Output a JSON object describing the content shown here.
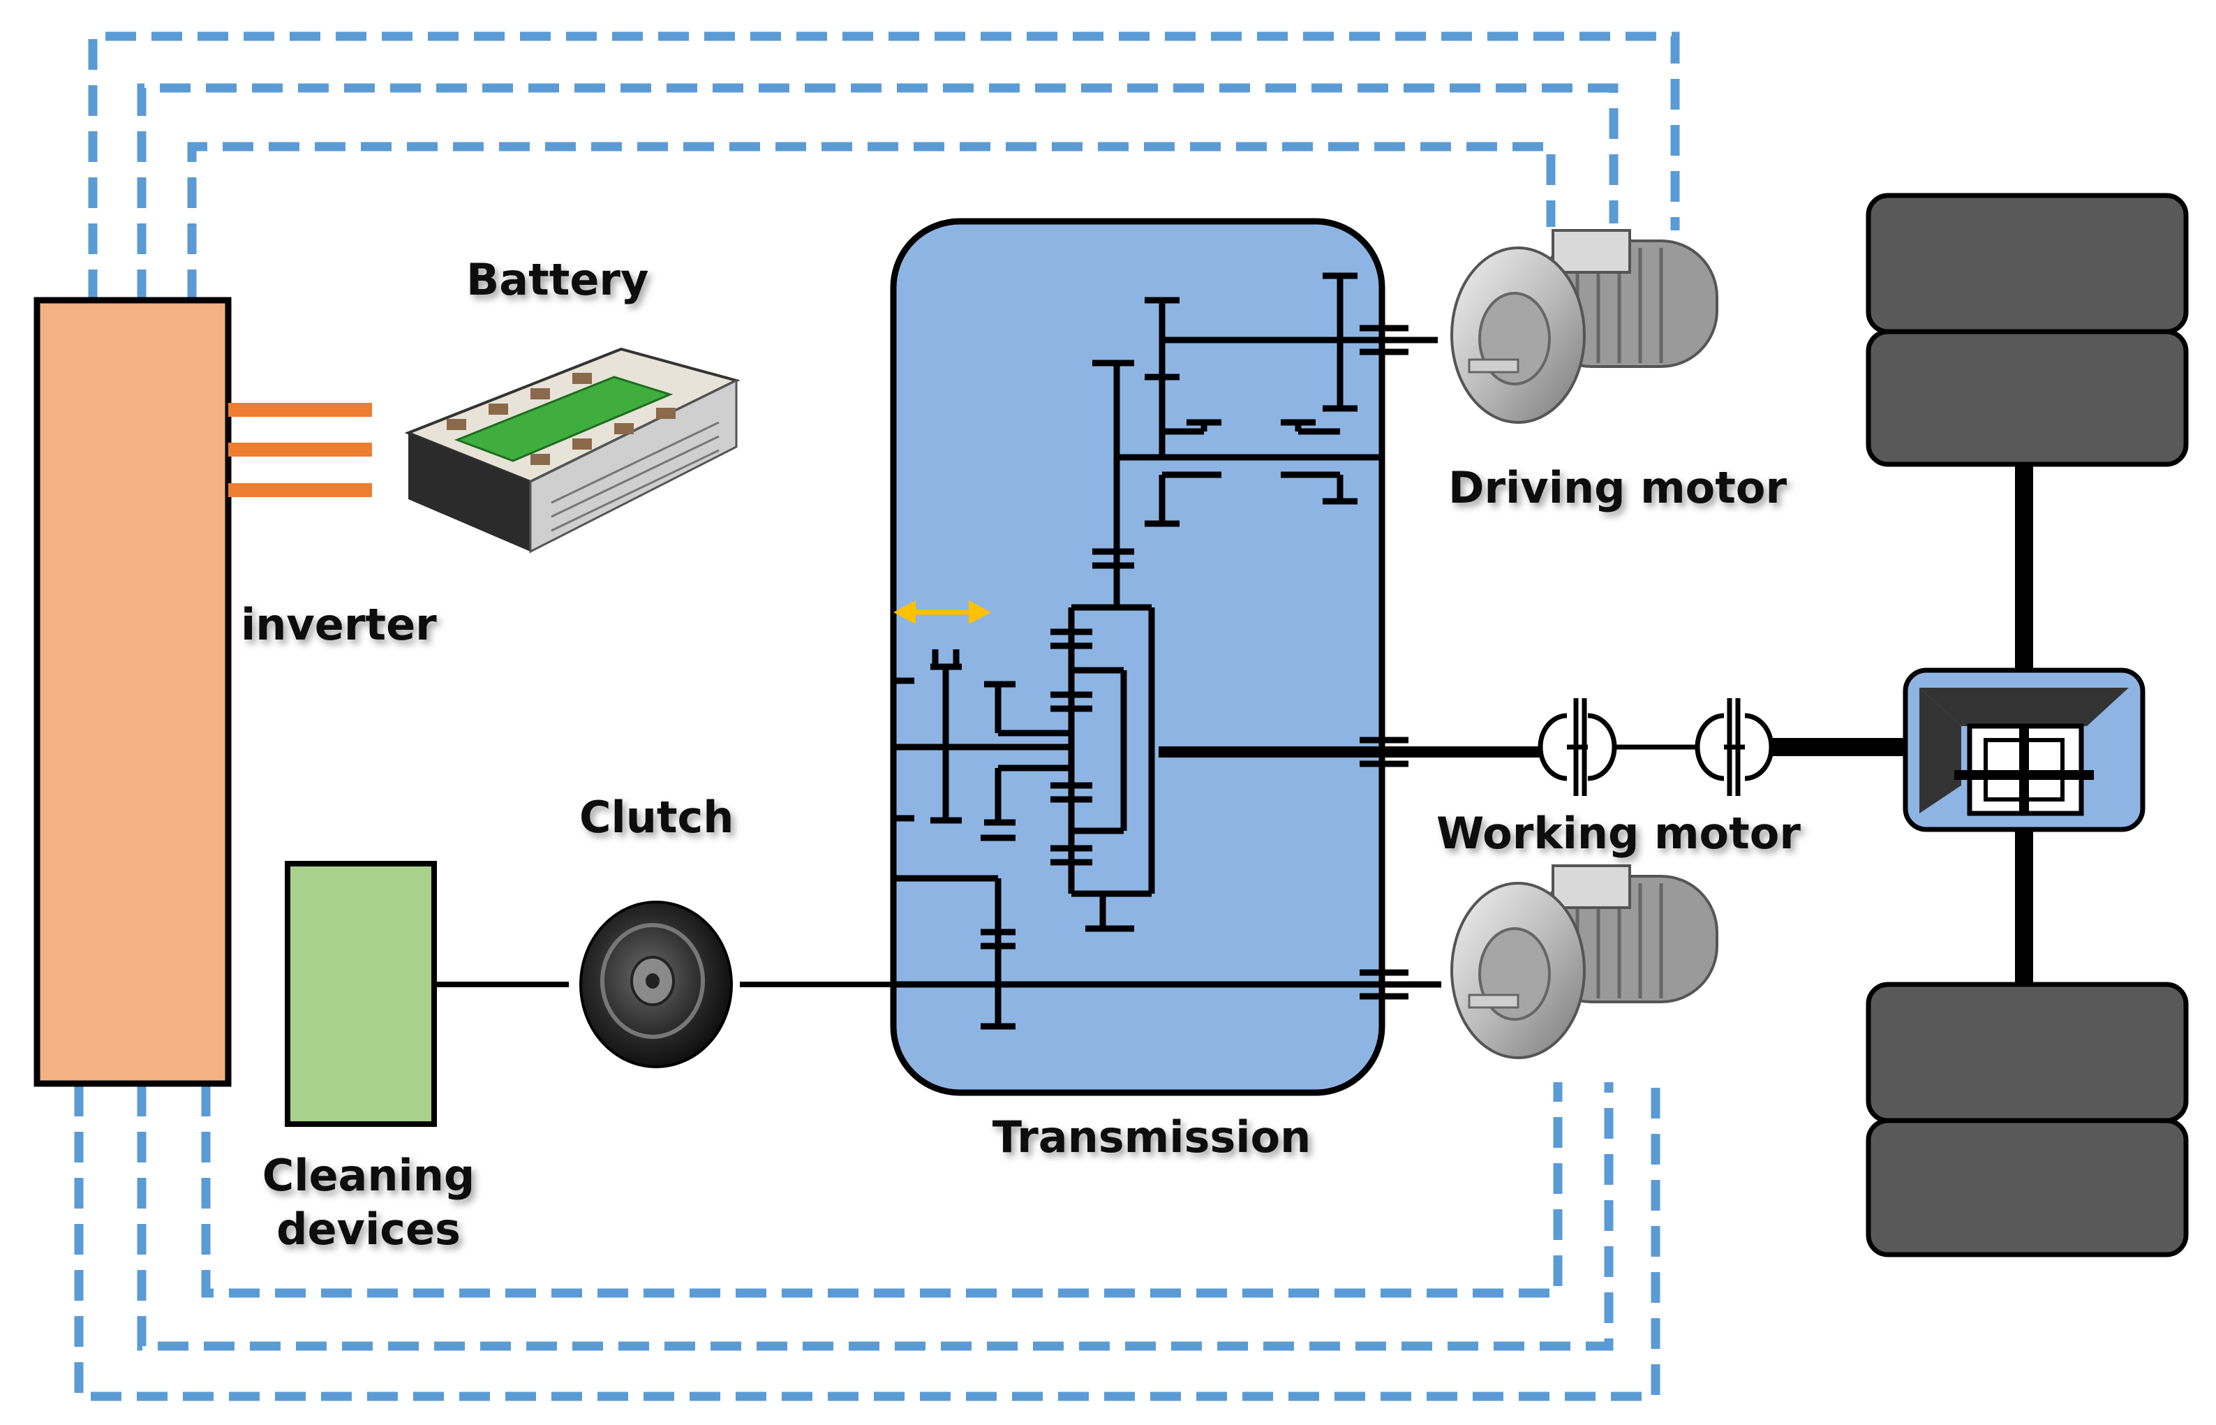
{
  "labels": {
    "battery": "Battery",
    "inverter": "inverter",
    "clutch": "Clutch",
    "cleaning_line1": "Cleaning",
    "cleaning_line2": "devices",
    "transmission": "Transmission",
    "driving_motor": "Driving motor",
    "working_motor": "Working motor"
  },
  "colors": {
    "controller_fill": "#f4b183",
    "cleaning_fill": "#a9d18e",
    "transmission_fill": "#8eb4e3",
    "signal_dash": "#5b9bd5",
    "power_line": "#ed7d31",
    "shift_arrow": "#ffc000",
    "wheel_fill": "#595959"
  }
}
